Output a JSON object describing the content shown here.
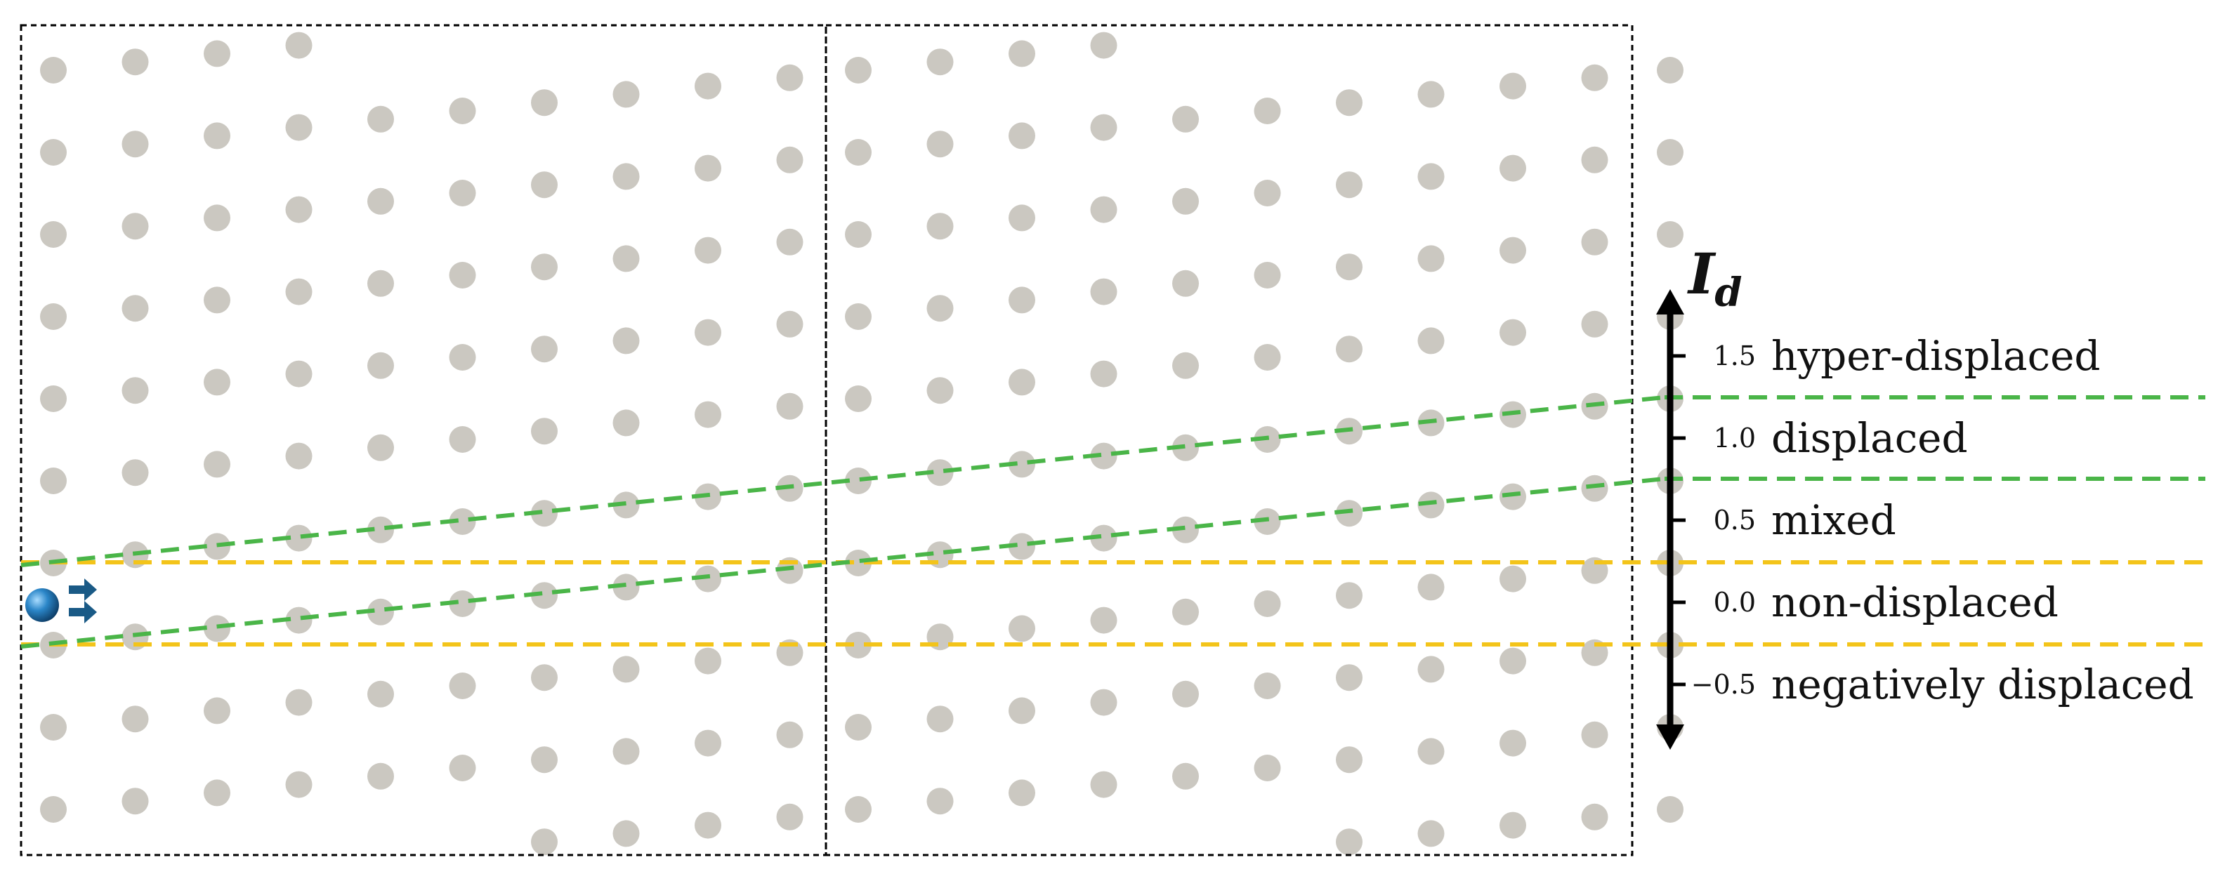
{
  "axis": {
    "symbol": "I",
    "subscript": "d",
    "levels": [
      {
        "value": "1.5",
        "label": "hyper-displaced"
      },
      {
        "value": "1.0",
        "label": "displaced"
      },
      {
        "value": "0.5",
        "label": "mixed"
      },
      {
        "value": "0.0",
        "label": "non-displaced"
      },
      {
        "value": "−0.5",
        "label": "negatively displaced"
      }
    ]
  },
  "colors": {
    "post": "#cbc8c1",
    "boundary_green": "#4ab548",
    "boundary_yellow": "#f3c41a",
    "particle": "#1f77b4",
    "arrow": "#1a5a86",
    "frame": "#000000"
  },
  "icons": {
    "particle": "particle-sphere-icon",
    "flow_direction": "double-right-arrow-icon"
  }
}
